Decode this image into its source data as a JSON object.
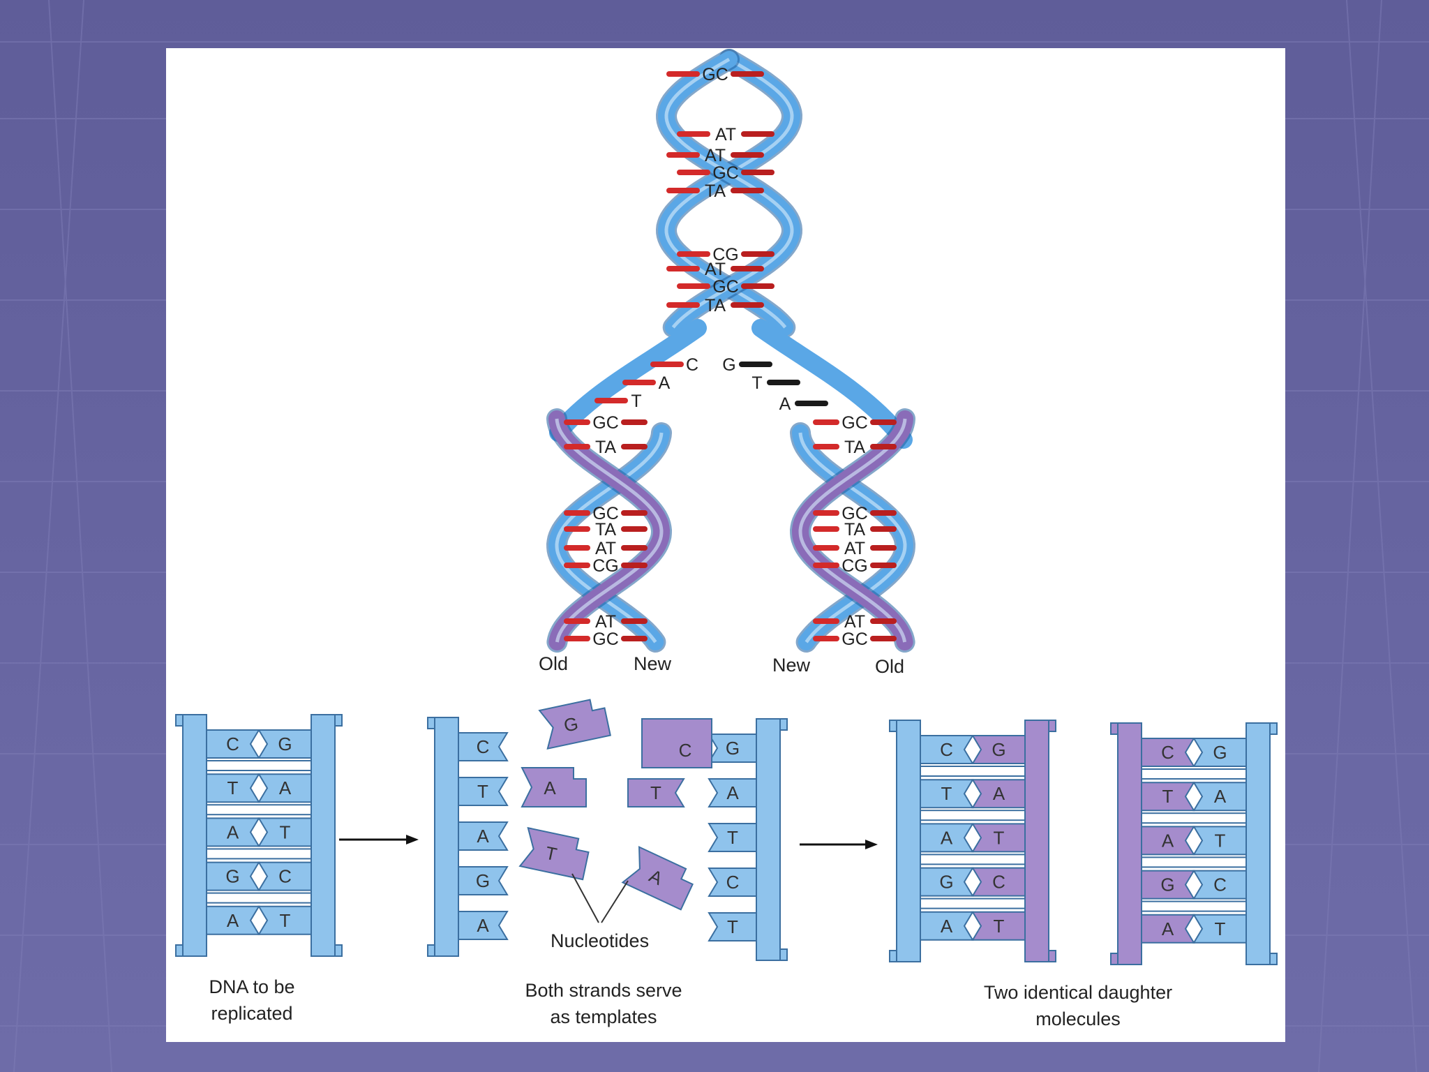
{
  "colors": {
    "background": "#6a68a3",
    "old_strand": "#5aa7e6",
    "new_strand": "#8a6cb8",
    "base_bar": "#d32a2a"
  },
  "helix": {
    "top_pairs": [
      "GC",
      "AT",
      "AT",
      "GC",
      "TA",
      "CG",
      "AT",
      "GC",
      "TA"
    ],
    "fork_left": [
      "C",
      "A",
      "T"
    ],
    "fork_right": [
      "G",
      "T",
      "A"
    ],
    "left_daughter_pairs": [
      "GC",
      "TA",
      "GC",
      "TA",
      "AT",
      "CG",
      "AT",
      "GC"
    ],
    "right_daughter_pairs": [
      "GC",
      "TA",
      "GC",
      "TA",
      "AT",
      "CG",
      "AT",
      "GC"
    ],
    "labels": {
      "old_left": "Old",
      "new_left": "New",
      "new_right": "New",
      "old_right": "Old"
    }
  },
  "ladders": {
    "original": {
      "left": [
        "C",
        "T",
        "A",
        "G",
        "A"
      ],
      "right": [
        "G",
        "A",
        "T",
        "C",
        "T"
      ]
    },
    "template_left": [
      "C",
      "T",
      "A",
      "G",
      "A"
    ],
    "template_right_new": [
      "C",
      "T"
    ],
    "template_right_old": [
      "G",
      "A",
      "T",
      "C",
      "T"
    ],
    "free_nucleotides": [
      "G",
      "A",
      "T",
      "A"
    ],
    "daughter1": {
      "left": [
        "C",
        "T",
        "A",
        "G",
        "A"
      ],
      "right": [
        "G",
        "A",
        "T",
        "C",
        "T"
      ]
    },
    "daughter2": {
      "left": [
        "C",
        "T",
        "A",
        "G",
        "A"
      ],
      "right": [
        "G",
        "A",
        "T",
        "C",
        "T"
      ]
    }
  },
  "captions": {
    "nucleotides": "Nucleotides",
    "step1": [
      "DNA to be",
      "replicated"
    ],
    "step2": [
      "Both strands serve",
      "as templates"
    ],
    "step3": [
      "Two identical daughter",
      "molecules"
    ]
  }
}
